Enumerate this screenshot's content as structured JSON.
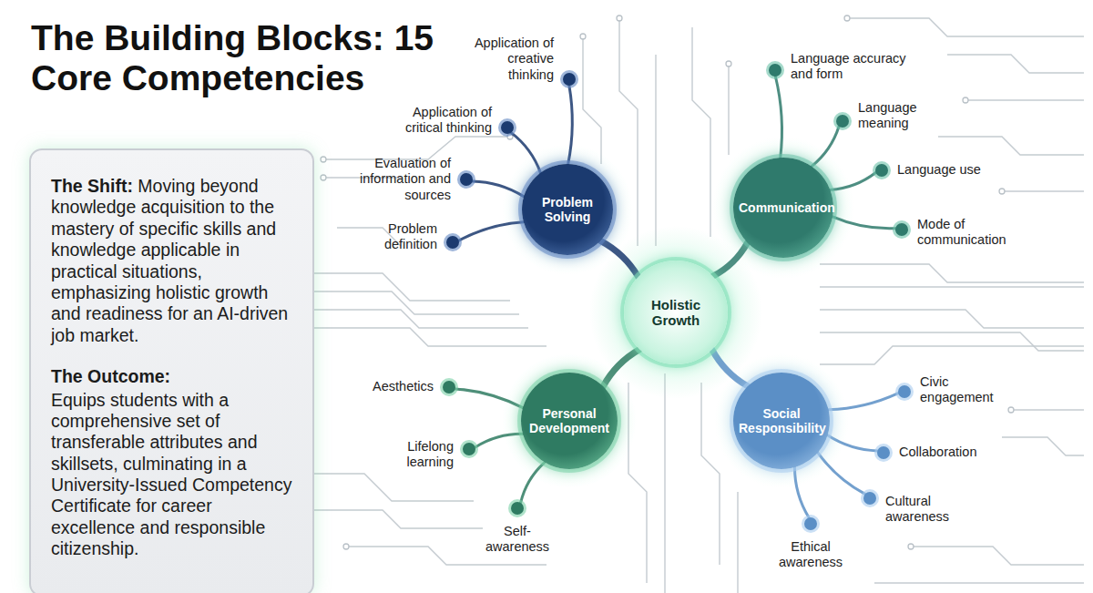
{
  "diagram": {
    "title": "The Building Blocks: 15 Core Competencies",
    "nodes": [
      {
        "text": [
          "The Shift:",
          "Moving beyond knowledge acquisition to the mastery of specific skills and knowledge applicable in practical situations, emphasizing holistic growth and readiness for an AI-driven job market.",
          "The Outcome:",
          "Equips students with a comprehensive set of transferable attributes and skillsets, culminating in a University-Issued Competency Certificate for career excellence and responsible citizenship."
        ]
      },
      {
        "text": [
          "Problem Solving"
        ]
      },
      {
        "text": [
          "Application of creative thinking"
        ]
      },
      {
        "text": [
          "Application of critical thinking"
        ]
      },
      {
        "text": [
          "Evaluation of information and sources"
        ]
      },
      {
        "text": [
          "Problem definition"
        ]
      },
      {
        "text": [
          "Communication"
        ]
      },
      {
        "text": [
          "Language accuracy and form"
        ]
      },
      {
        "text": [
          "Language meaning"
        ]
      },
      {
        "text": [
          "Language use"
        ]
      },
      {
        "text": [
          "Mode of communication"
        ]
      },
      {
        "text": [
          "Holistic Growth"
        ]
      },
      {
        "text": [
          "Personal Development"
        ]
      },
      {
        "text": [
          "Aesthetics"
        ]
      },
      {
        "text": [
          "Lifelong learning"
        ]
      },
      {
        "text": [
          "Self-awareness"
        ]
      },
      {
        "text": [
          "Social Responsibility"
        ]
      },
      {
        "text": [
          "Civic engagement"
        ]
      },
      {
        "text": [
          "Collaboration"
        ]
      },
      {
        "text": [
          "Cultural awareness"
        ]
      },
      {
        "text": [
          "Ethical awareness"
        ]
      }
    ],
    "edges": [
      {
        "from": 11,
        "to": 1,
        "arrow": "none"
      },
      {
        "from": 11,
        "to": 6,
        "arrow": "none"
      },
      {
        "from": 11,
        "to": 12,
        "arrow": "none"
      },
      {
        "from": 11,
        "to": 16,
        "arrow": "none"
      },
      {
        "from": 1,
        "to": 2,
        "arrow": "none"
      },
      {
        "from": 1,
        "to": 3,
        "arrow": "none"
      },
      {
        "from": 1,
        "to": 4,
        "arrow": "none"
      },
      {
        "from": 1,
        "to": 5,
        "arrow": "none"
      },
      {
        "from": 6,
        "to": 7,
        "arrow": "none"
      },
      {
        "from": 6,
        "to": 8,
        "arrow": "none"
      },
      {
        "from": 6,
        "to": 9,
        "arrow": "none"
      },
      {
        "from": 6,
        "to": 10,
        "arrow": "none"
      },
      {
        "from": 12,
        "to": 13,
        "arrow": "none"
      },
      {
        "from": 12,
        "to": 14,
        "arrow": "none"
      },
      {
        "from": 12,
        "to": 15,
        "arrow": "none"
      },
      {
        "from": 16,
        "to": 17,
        "arrow": "none"
      },
      {
        "from": 16,
        "to": 18,
        "arrow": "none"
      },
      {
        "from": 16,
        "to": 19,
        "arrow": "none"
      },
      {
        "from": 16,
        "to": 20,
        "arrow": "none"
      }
    ]
  }
}
